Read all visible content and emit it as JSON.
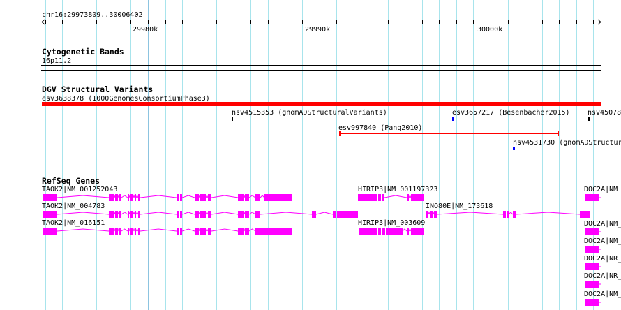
{
  "ruler": {
    "region": "chr16:29973809..30006402",
    "ticks": [
      "29980k",
      "29990k",
      "30000k"
    ]
  },
  "tracks": {
    "cytoband": {
      "title": "Cytogenetic Bands",
      "band": "16p11.2"
    },
    "dgv": {
      "title": "DGV Structural Variants",
      "features": [
        {
          "label": "esv3638378 (1000GenomesConsortiumPhase3)"
        },
        {
          "label": "nsv4515353 (gnomADStructuralVariants)"
        },
        {
          "label": "esv3657217 (Besenbacher2015)"
        },
        {
          "label": "nsv45078"
        },
        {
          "label": "esv997840 (Pang2010)"
        },
        {
          "label": "nsv4531730 (gnomADStructur"
        }
      ]
    },
    "refseq": {
      "title": "RefSeq Genes",
      "genes": [
        {
          "label": "TAOK2|NM_001252043"
        },
        {
          "label": "TAOK2|NM_004783"
        },
        {
          "label": "TAOK2|NM_016151"
        },
        {
          "label": "HIRIP3|NM_001197323"
        },
        {
          "label": "INO80E|NM_173618"
        },
        {
          "label": "HIRIP3|NM_003609"
        },
        {
          "label": "DOC2A|NM_"
        },
        {
          "label": "DOC2A|NM_"
        },
        {
          "label": "DOC2A|NM_"
        },
        {
          "label": "DOC2A|NR_"
        },
        {
          "label": "DOC2A|NR_"
        },
        {
          "label": "DOC2A|NM_"
        }
      ]
    }
  },
  "colors": {
    "grid": "#a8e4ec",
    "major_grid": "#8cc4e0",
    "gene": "#ff00ff",
    "sv_red": "#ff0000",
    "sv_blue": "#0000ff"
  }
}
